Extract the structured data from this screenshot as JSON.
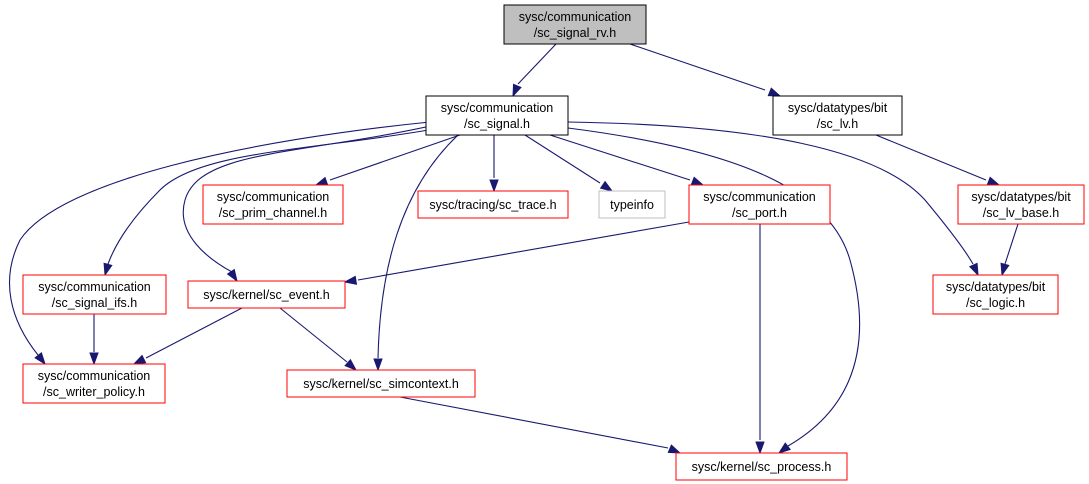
{
  "colors": {
    "edge": "#191970",
    "focus_fill": "#bfbfbf",
    "focus_border": "#000000",
    "plain_border": "#000000",
    "red_border": "#ff0000",
    "gray_border": "#bfbfbf",
    "node_fill": "#ffffff"
  },
  "nodes": [
    {
      "id": "sc_signal_rv",
      "lines": [
        "sysc/communication",
        "/sc_signal_rv.h"
      ],
      "style": "focus"
    },
    {
      "id": "sc_signal",
      "lines": [
        "sysc/communication",
        "/sc_signal.h"
      ],
      "style": "plain"
    },
    {
      "id": "sc_lv",
      "lines": [
        "sysc/datatypes/bit",
        "/sc_lv.h"
      ],
      "style": "plain"
    },
    {
      "id": "sc_prim_channel",
      "lines": [
        "sysc/communication",
        "/sc_prim_channel.h"
      ],
      "style": "red"
    },
    {
      "id": "sc_trace",
      "lines": [
        "sysc/tracing/sc_trace.h"
      ],
      "style": "red"
    },
    {
      "id": "typeinfo",
      "lines": [
        "typeinfo"
      ],
      "style": "gray"
    },
    {
      "id": "sc_port",
      "lines": [
        "sysc/communication",
        "/sc_port.h"
      ],
      "style": "red"
    },
    {
      "id": "sc_lv_base",
      "lines": [
        "sysc/datatypes/bit",
        "/sc_lv_base.h"
      ],
      "style": "red"
    },
    {
      "id": "sc_signal_ifs",
      "lines": [
        "sysc/communication",
        "/sc_signal_ifs.h"
      ],
      "style": "red"
    },
    {
      "id": "sc_event",
      "lines": [
        "sysc/kernel/sc_event.h"
      ],
      "style": "red"
    },
    {
      "id": "sc_logic",
      "lines": [
        "sysc/datatypes/bit",
        "/sc_logic.h"
      ],
      "style": "red"
    },
    {
      "id": "sc_writer_policy",
      "lines": [
        "sysc/communication",
        "/sc_writer_policy.h"
      ],
      "style": "red"
    },
    {
      "id": "sc_simcontext",
      "lines": [
        "sysc/kernel/sc_simcontext.h"
      ],
      "style": "red"
    },
    {
      "id": "sc_process",
      "lines": [
        "sysc/kernel/sc_process.h"
      ],
      "style": "red"
    }
  ],
  "edges": [
    {
      "from": "sc_signal_rv",
      "to": "sc_signal"
    },
    {
      "from": "sc_signal_rv",
      "to": "sc_lv"
    },
    {
      "from": "sc_signal",
      "to": "sc_prim_channel"
    },
    {
      "from": "sc_signal",
      "to": "sc_trace"
    },
    {
      "from": "sc_signal",
      "to": "typeinfo"
    },
    {
      "from": "sc_signal",
      "to": "sc_port"
    },
    {
      "from": "sc_signal",
      "to": "sc_signal_ifs"
    },
    {
      "from": "sc_signal",
      "to": "sc_event"
    },
    {
      "from": "sc_signal",
      "to": "sc_writer_policy"
    },
    {
      "from": "sc_signal",
      "to": "sc_simcontext"
    },
    {
      "from": "sc_signal",
      "to": "sc_process"
    },
    {
      "from": "sc_signal",
      "to": "sc_logic"
    },
    {
      "from": "sc_lv",
      "to": "sc_lv_base"
    },
    {
      "from": "sc_lv_base",
      "to": "sc_logic"
    },
    {
      "from": "sc_port",
      "to": "sc_event"
    },
    {
      "from": "sc_port",
      "to": "sc_process"
    },
    {
      "from": "sc_signal_ifs",
      "to": "sc_writer_policy"
    },
    {
      "from": "sc_event",
      "to": "sc_writer_policy"
    },
    {
      "from": "sc_event",
      "to": "sc_simcontext"
    },
    {
      "from": "sc_simcontext",
      "to": "sc_process"
    }
  ]
}
